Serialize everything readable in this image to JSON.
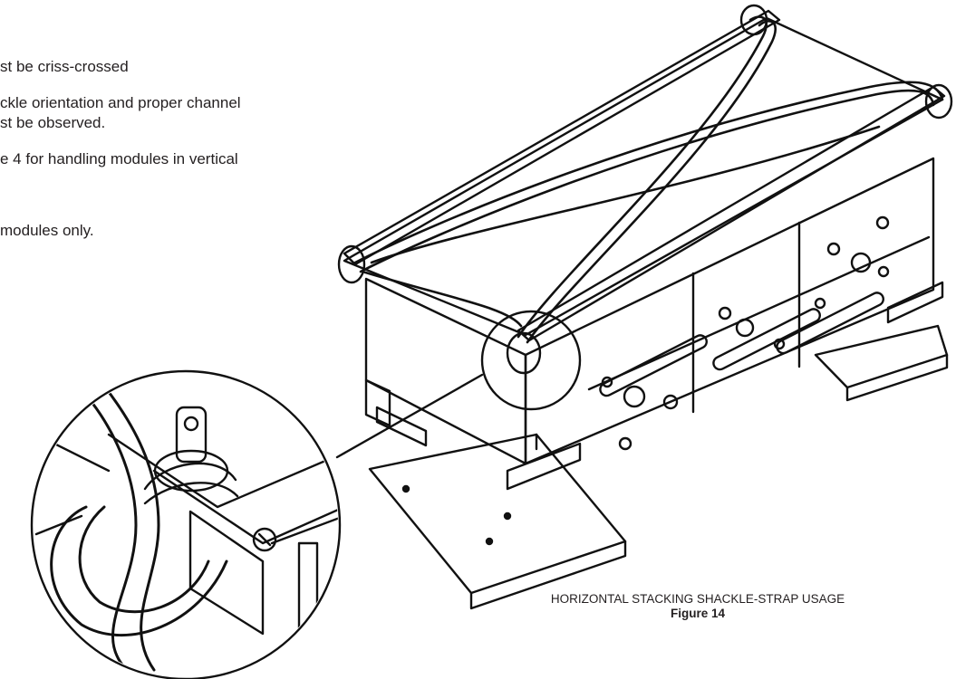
{
  "notes": [
    "st be criss-crossed",
    "ckle orientation and proper channel",
    "st be observed.",
    "e 4 for handling modules in vertical",
    "modules only."
  ],
  "figure": {
    "caption": "HORIZONTAL STACKING SHACKLE-STRAP USAGE",
    "number": "Figure 14"
  }
}
